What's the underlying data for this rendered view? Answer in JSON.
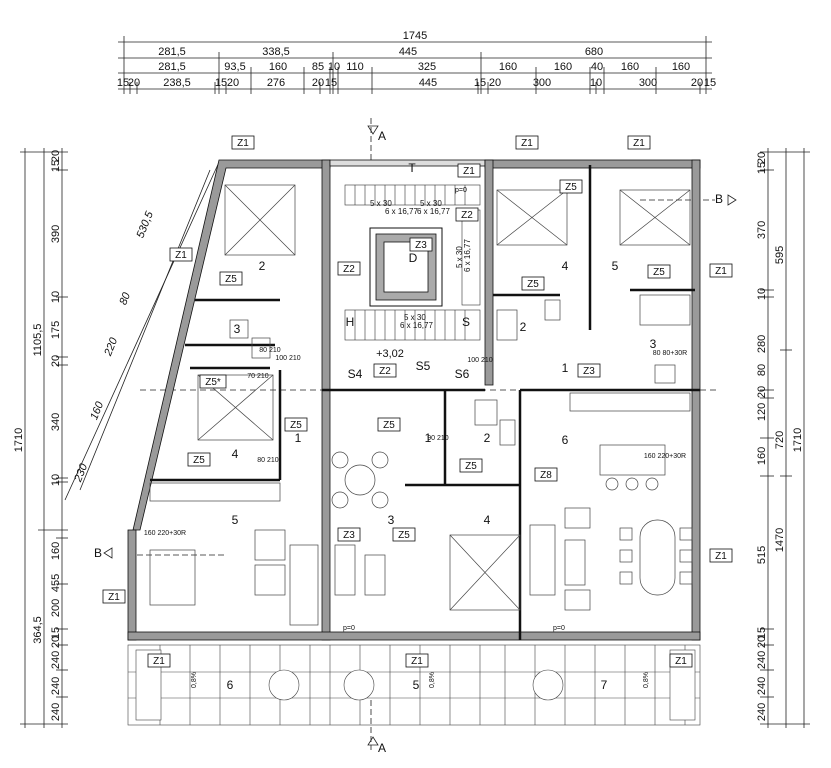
{
  "dimensions_top": {
    "row1": [
      "1745"
    ],
    "row2": [
      "281,5",
      "338,5",
      "445",
      "680"
    ],
    "row3": [
      "281,5",
      "93,5",
      "160",
      "85",
      "10",
      "110",
      "325",
      "160",
      "160",
      "40",
      "160",
      "160"
    ],
    "row4": [
      "15",
      "20",
      "238,5",
      "15",
      "20",
      "276",
      "20",
      "15",
      "445",
      "15",
      "20",
      "300",
      "10",
      "300",
      "20",
      "15"
    ]
  },
  "dimensions_left": {
    "total": "1710",
    "sub": [
      "1105,5",
      "364,5"
    ],
    "inner": [
      "20",
      "15",
      "390",
      "10",
      "175",
      "20",
      "340",
      "10",
      "160",
      "455",
      "200",
      "15",
      "20",
      "240",
      "240",
      "240"
    ]
  },
  "dimensions_right": {
    "total": "1710",
    "sub": [
      "1470"
    ],
    "inner": [
      "20",
      "15",
      "370",
      "595",
      "10",
      "280",
      "80",
      "20",
      "120",
      "160",
      "720",
      "515",
      "15",
      "20",
      "240",
      "240",
      "240"
    ]
  },
  "diagonal_dims": [
    "530,5",
    "80",
    "220",
    "160",
    "230"
  ],
  "section_marks": {
    "a_top": "A",
    "a_bottom": "A",
    "b_left": "B",
    "b_right": "B"
  },
  "rooms": {
    "T": "T",
    "D": "D",
    "H": "H",
    "S": "S",
    "S4": "S4",
    "S5": "S5",
    "S6": "S6",
    "level": "+3,02",
    "apt_left": [
      "2",
      "3",
      "1",
      "4",
      "5"
    ],
    "apt_mid": [
      "1",
      "2",
      "3",
      "4"
    ],
    "apt_right": [
      "4",
      "5",
      "2",
      "3",
      "1",
      "6"
    ],
    "terraces": [
      "6",
      "5",
      "7"
    ]
  },
  "stair_labels": {
    "s1": "5 x 30",
    "s2": "6 x 16,77",
    "s3": "5 x 30",
    "s4": "6 x 16,77",
    "s5": "5 x 30",
    "s6": "6 x 16,77",
    "s7": "5 x 30",
    "s8": "6 x 16,77"
  },
  "tags": {
    "z1": "Z1",
    "z2": "Z2",
    "z3": "Z3",
    "z5": "Z5",
    "z5p": "Z5*",
    "z8": "Z8"
  },
  "door_dims": {
    "d8021": "80\n210",
    "d70210": "70\n210",
    "d100210": "100\n210",
    "d90210": "90\n210",
    "d160220": "160\n220+30R",
    "d80_80": "80\n80+30R"
  },
  "slope_label": "0,8%",
  "p_label": "p=0"
}
